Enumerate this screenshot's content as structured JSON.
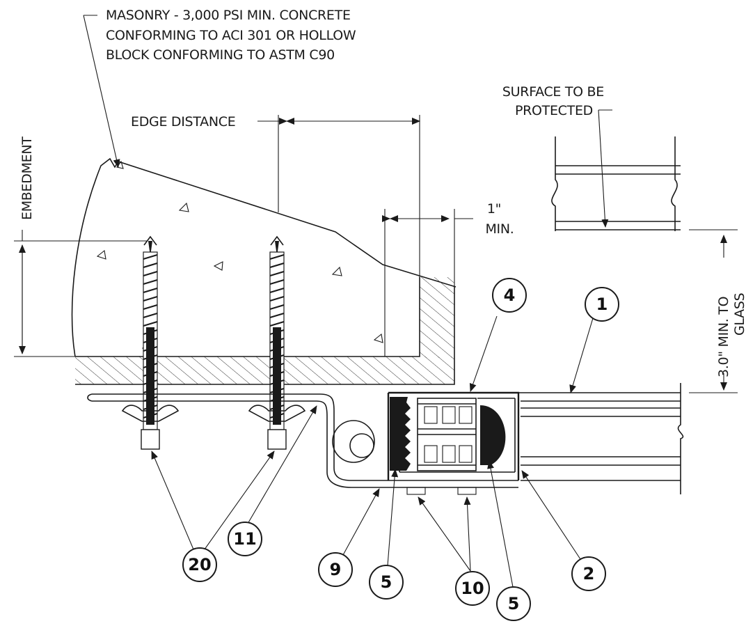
{
  "notes": {
    "masonry": [
      "MASONRY - 3,000 PSI MIN. CONCRETE",
      "CONFORMING TO ACI 301 OR HOLLOW",
      "BLOCK CONFORMING TO ASTM C90"
    ],
    "surface": [
      "SURFACE TO BE",
      "PROTECTED"
    ],
    "edge_distance": "EDGE DISTANCE",
    "embedment": "EMBEDMENT",
    "one_inch": [
      "1\"",
      "MIN."
    ],
    "glass_clearance": [
      "3.0\" MIN. TO",
      "GLASS"
    ]
  },
  "callouts": [
    "4",
    "1",
    "20",
    "11",
    "9",
    "5",
    "2",
    "10",
    "5"
  ]
}
